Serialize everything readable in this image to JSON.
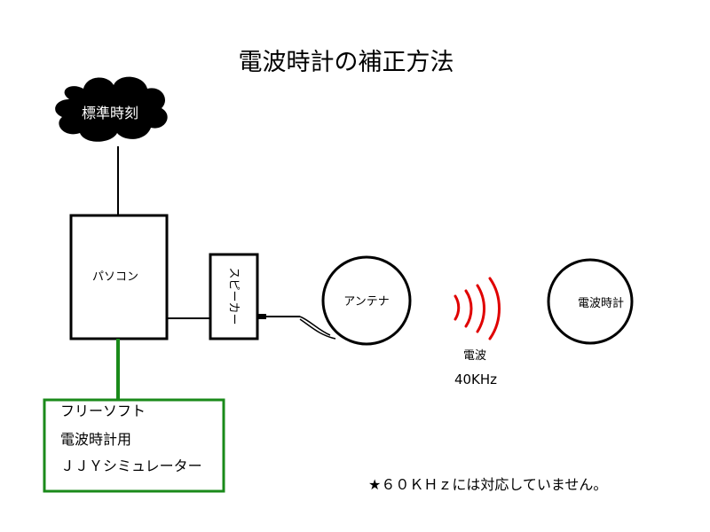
{
  "title": "電波時計の補正方法",
  "cloud": {
    "label": "標準時刻"
  },
  "pc": {
    "label": "パソコン"
  },
  "speaker": {
    "label": "スピーカー"
  },
  "antenna": {
    "label": "アンテナ"
  },
  "wave": {
    "label": "電波",
    "frequency": "40KHz"
  },
  "clock": {
    "label": "電波時計"
  },
  "software_box": {
    "lines": [
      "フリーソフト",
      "電波時計用",
      "ＪＪＹシミュレーター"
    ]
  },
  "note": "★６０ＫＨｚには対応していません。",
  "colors": {
    "wave": "#e00000",
    "software_link": "#1a8a1a"
  }
}
